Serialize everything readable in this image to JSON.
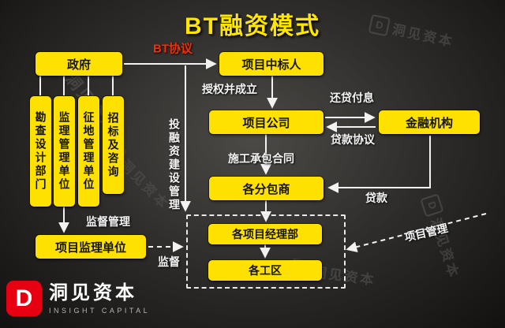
{
  "title": "BT融资模式",
  "nodes": {
    "government": {
      "label": "政府"
    },
    "winner": {
      "label": "项目中标人"
    },
    "survey_design": {
      "label": "勘查设计部门"
    },
    "supervision_unit": {
      "label": "监理管理单位"
    },
    "land_unit": {
      "label": "征地管理单位"
    },
    "bidding_consult": {
      "label": "招标及咨询"
    },
    "project_supervision": {
      "label": "项目监理单位"
    },
    "project_company": {
      "label": "项目公司"
    },
    "financial_institution": {
      "label": "金融机构"
    },
    "subcontractors": {
      "label": "各分包商"
    },
    "project_manager_depts": {
      "label": "各项目经理部"
    },
    "work_areas": {
      "label": "各工区"
    }
  },
  "edges": {
    "bt_agreement": "BT协议",
    "authorize_establish": "授权并成立",
    "repay_interest": "还贷付息",
    "loan_agreement": "贷款协议",
    "construction_contract": "施工承包合同",
    "loan": "贷款",
    "supervision_mgmt": "监督管理",
    "supervise": "监督",
    "invest_finance_mgmt": "投融资建设管理",
    "project_mgmt": "项目管理"
  },
  "logo": {
    "mark": "D",
    "name": "洞见资本",
    "subtitle": "INSIGHT CAPITAL"
  },
  "watermark": {
    "mark": "D",
    "text": "洞见资本"
  },
  "colors": {
    "node_fill": "#ffe100",
    "accent_red": "#ff2b00",
    "logo_red": "#e60012",
    "background": "#2e2d2b",
    "connector": "#f2f2f2"
  }
}
